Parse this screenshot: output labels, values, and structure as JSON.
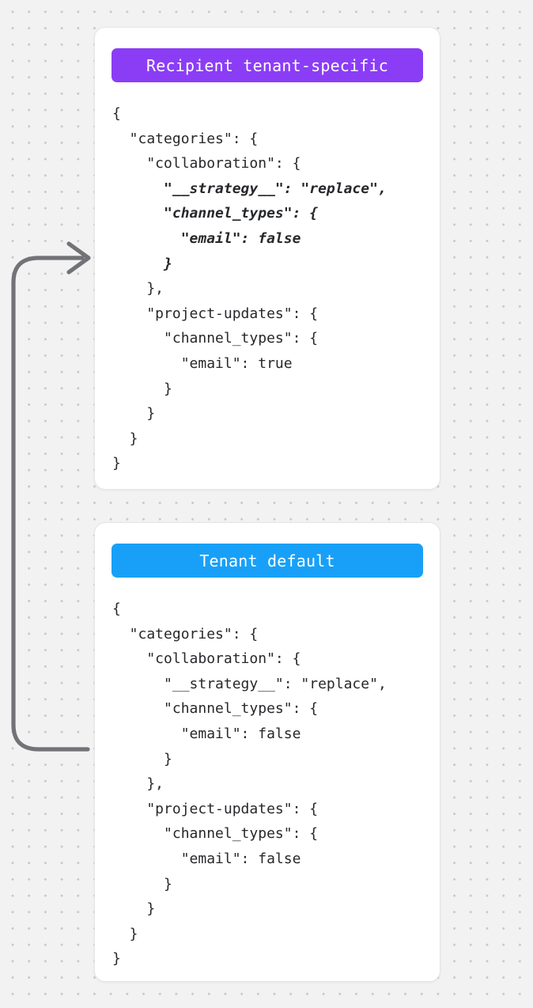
{
  "page": {
    "background_color": "#f2f2f3",
    "dot_color": "#c8c8ca"
  },
  "arrow": {
    "color": "#727376"
  },
  "cards": [
    {
      "badge": {
        "label": "Recipient tenant-specific",
        "background": "#8b3df5",
        "text_color": "#ffffff"
      },
      "code_lines": [
        {
          "text": "{",
          "em": false
        },
        {
          "text": "  \"categories\": {",
          "em": false
        },
        {
          "text": "    \"collaboration\": {",
          "em": false
        },
        {
          "text": "      \"__strategy__\": \"replace\",",
          "em": true
        },
        {
          "text": "      \"channel_types\": {",
          "em": true
        },
        {
          "text": "        \"email\": false",
          "em": true
        },
        {
          "text": "      }",
          "em": true
        },
        {
          "text": "    },",
          "em": false
        },
        {
          "text": "    \"project-updates\": {",
          "em": false
        },
        {
          "text": "      \"channel_types\": {",
          "em": false
        },
        {
          "text": "        \"email\": true",
          "em": false
        },
        {
          "text": "      }",
          "em": false
        },
        {
          "text": "    }",
          "em": false
        },
        {
          "text": "  }",
          "em": false
        },
        {
          "text": "}",
          "em": false
        }
      ]
    },
    {
      "badge": {
        "label": "Tenant default",
        "background": "#18a0f8",
        "text_color": "#ffffff"
      },
      "code_lines": [
        {
          "text": "{",
          "em": false
        },
        {
          "text": "  \"categories\": {",
          "em": false
        },
        {
          "text": "    \"collaboration\": {",
          "em": false
        },
        {
          "text": "      \"__strategy__\": \"replace\",",
          "em": false
        },
        {
          "text": "      \"channel_types\": {",
          "em": false
        },
        {
          "text": "        \"email\": false",
          "em": false
        },
        {
          "text": "      }",
          "em": false
        },
        {
          "text": "    },",
          "em": false
        },
        {
          "text": "    \"project-updates\": {",
          "em": false
        },
        {
          "text": "      \"channel_types\": {",
          "em": false
        },
        {
          "text": "        \"email\": false",
          "em": false
        },
        {
          "text": "      }",
          "em": false
        },
        {
          "text": "    }",
          "em": false
        },
        {
          "text": "  }",
          "em": false
        },
        {
          "text": "}",
          "em": false
        }
      ]
    }
  ]
}
